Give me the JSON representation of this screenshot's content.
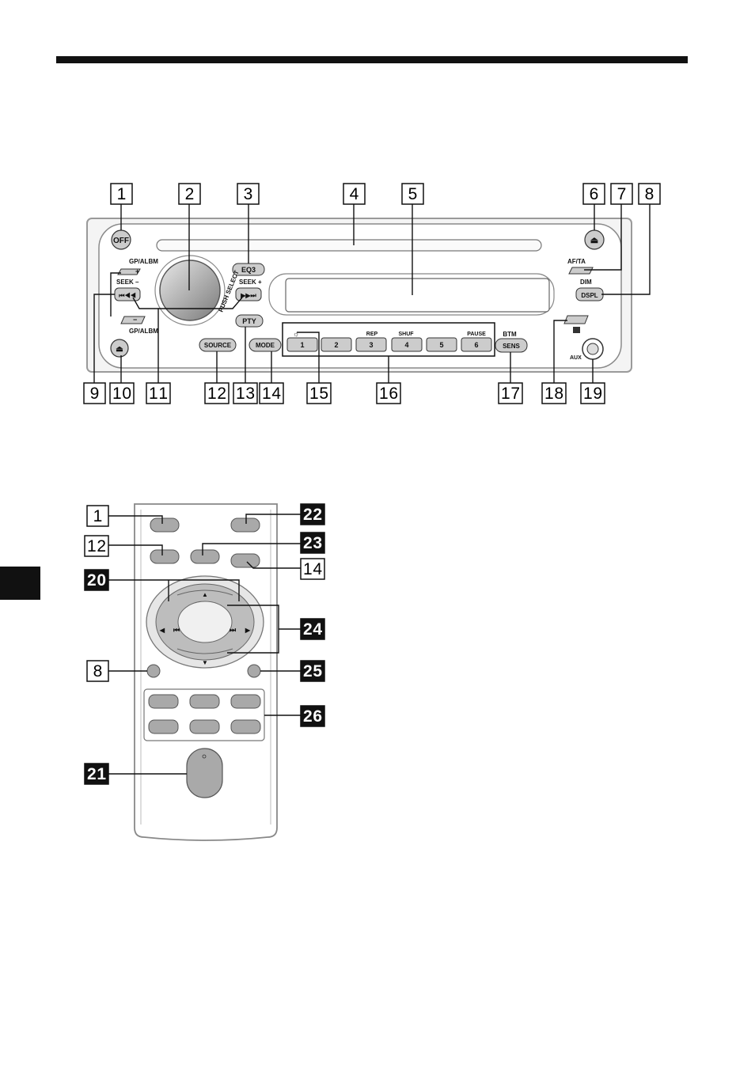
{
  "head_unit": {
    "buttons": {
      "off": "OFF",
      "eq3": "EQ3",
      "pty": "PTY",
      "source": "SOURCE",
      "mode": "MODE",
      "sens": "SENS",
      "dspl": "DSPL",
      "presets": [
        "1",
        "2",
        "3",
        "4",
        "5",
        "6"
      ]
    },
    "labels": {
      "gp_albm_top": "GP/ALBM",
      "gp_albm_bottom": "GP/ALBM",
      "seek_minus": "SEEK –",
      "seek_plus": "SEEK +",
      "push_select": "PUSH SELECT",
      "af_ta": "AF/TA",
      "dim": "DIM",
      "rep": "REP",
      "shuf": "SHUF",
      "pause": "PAUSE",
      "btm": "BTM",
      "aux": "AUX"
    }
  },
  "callouts": {
    "head_unit": [
      "1",
      "2",
      "3",
      "4",
      "5",
      "6",
      "7",
      "8",
      "9",
      "10",
      "11",
      "12",
      "13",
      "14",
      "15",
      "16",
      "17",
      "18",
      "19"
    ],
    "remote": {
      "outline": [
        "1",
        "12",
        "8",
        "14"
      ],
      "filled": [
        "22",
        "23",
        "20",
        "24",
        "25",
        "26",
        "21"
      ]
    }
  },
  "colors": {
    "rule": "#111111",
    "remote_button": "#a9a9a9",
    "panel_line": "#8a8a8a"
  }
}
